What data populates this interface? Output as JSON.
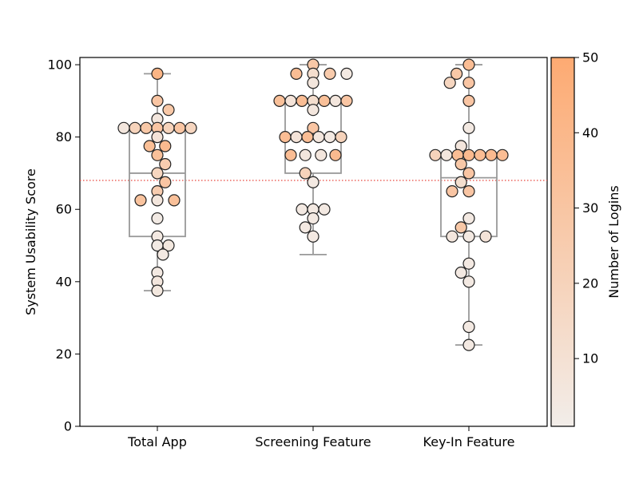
{
  "chart_data": {
    "type": "scatter",
    "title": "",
    "xlabel": "",
    "ylabel": "System Usability Score",
    "ylim": [
      0,
      102
    ],
    "yticks": [
      0,
      20,
      40,
      60,
      80,
      100
    ],
    "categories": [
      "Total App",
      "Screening Feature",
      "Key-In Feature"
    ],
    "reference_line": {
      "value": 68,
      "color": "#e8463c",
      "style": "dotted"
    },
    "colorbar": {
      "label": "Number of Logins",
      "min": 1,
      "max": 50,
      "ticks": [
        10,
        20,
        30,
        40,
        50
      ],
      "color_low": "#f2ede9",
      "color_high": "#fdaa72"
    },
    "boxes": [
      {
        "category": "Total App",
        "whisker_low": 37.5,
        "q1": 52.5,
        "median": 70,
        "q3": 82.5,
        "whisker_high": 97.5
      },
      {
        "category": "Screening Feature",
        "whisker_low": 47.5,
        "q1": 70,
        "median": 80,
        "q3": 90,
        "whisker_high": 100
      },
      {
        "category": "Key-In Feature",
        "whisker_low": 22.5,
        "q1": 52.5,
        "median": 68.75,
        "q3": 75,
        "whisker_high": 100
      }
    ],
    "series": [
      {
        "category": "Total App",
        "points": [
          {
            "y": 97.5,
            "logins": 42,
            "offset": 0
          },
          {
            "y": 90,
            "logins": 30,
            "offset": 0
          },
          {
            "y": 87.5,
            "logins": 28,
            "offset": 1
          },
          {
            "y": 85,
            "logins": 6,
            "offset": 0
          },
          {
            "y": 82.5,
            "logins": 6,
            "offset": -3
          },
          {
            "y": 82.5,
            "logins": 20,
            "offset": -2
          },
          {
            "y": 82.5,
            "logins": 28,
            "offset": -1
          },
          {
            "y": 82.5,
            "logins": 30,
            "offset": 0
          },
          {
            "y": 82.5,
            "logins": 20,
            "offset": 1
          },
          {
            "y": 82.5,
            "logins": 30,
            "offset": 2
          },
          {
            "y": 82.5,
            "logins": 18,
            "offset": 3
          },
          {
            "y": 80,
            "logins": 8,
            "offset": 0
          },
          {
            "y": 77.5,
            "logins": 35,
            "offset": -0.7
          },
          {
            "y": 77.5,
            "logins": 38,
            "offset": 0.7
          },
          {
            "y": 75,
            "logins": 34,
            "offset": 0
          },
          {
            "y": 72.5,
            "logins": 25,
            "offset": 0.7
          },
          {
            "y": 70,
            "logins": 18,
            "offset": 0
          },
          {
            "y": 67.5,
            "logins": 30,
            "offset": 0.7
          },
          {
            "y": 65,
            "logins": 25,
            "offset": 0
          },
          {
            "y": 62.5,
            "logins": 32,
            "offset": -1.5
          },
          {
            "y": 62.5,
            "logins": 6,
            "offset": 0
          },
          {
            "y": 62.5,
            "logins": 34,
            "offset": 1.5
          },
          {
            "y": 57.5,
            "logins": 3,
            "offset": 0
          },
          {
            "y": 52.5,
            "logins": 4,
            "offset": 0
          },
          {
            "y": 50,
            "logins": 3,
            "offset": 0
          },
          {
            "y": 50,
            "logins": 5,
            "offset": 1
          },
          {
            "y": 47.5,
            "logins": 4,
            "offset": 0.5
          },
          {
            "y": 42.5,
            "logins": 4,
            "offset": 0
          },
          {
            "y": 40,
            "logins": 6,
            "offset": 0
          },
          {
            "y": 37.5,
            "logins": 5,
            "offset": 0
          }
        ]
      },
      {
        "category": "Screening Feature",
        "points": [
          {
            "y": 100,
            "logins": 28,
            "offset": 0
          },
          {
            "y": 97.5,
            "logins": 36,
            "offset": -1.5
          },
          {
            "y": 97.5,
            "logins": 12,
            "offset": 0
          },
          {
            "y": 97.5,
            "logins": 26,
            "offset": 1.5
          },
          {
            "y": 97.5,
            "logins": 4,
            "offset": 3
          },
          {
            "y": 95,
            "logins": 6,
            "offset": 0
          },
          {
            "y": 90,
            "logins": 34,
            "offset": -3
          },
          {
            "y": 90,
            "logins": 8,
            "offset": -2
          },
          {
            "y": 90,
            "logins": 36,
            "offset": -1
          },
          {
            "y": 90,
            "logins": 12,
            "offset": 0
          },
          {
            "y": 90,
            "logins": 34,
            "offset": 1
          },
          {
            "y": 90,
            "logins": 6,
            "offset": 2
          },
          {
            "y": 90,
            "logins": 30,
            "offset": 3
          },
          {
            "y": 87.5,
            "logins": 6,
            "offset": 0
          },
          {
            "y": 82.5,
            "logins": 30,
            "offset": 0
          },
          {
            "y": 80,
            "logins": 36,
            "offset": -2.5
          },
          {
            "y": 80,
            "logins": 8,
            "offset": -1.5
          },
          {
            "y": 80,
            "logins": 36,
            "offset": -0.5
          },
          {
            "y": 80,
            "logins": 6,
            "offset": 0.5
          },
          {
            "y": 80,
            "logins": 4,
            "offset": 1.5
          },
          {
            "y": 80,
            "logins": 20,
            "offset": 2.5
          },
          {
            "y": 75,
            "logins": 36,
            "offset": -2
          },
          {
            "y": 75,
            "logins": 6,
            "offset": -0.7
          },
          {
            "y": 75,
            "logins": 6,
            "offset": 0.7
          },
          {
            "y": 75,
            "logins": 38,
            "offset": 2
          },
          {
            "y": 70,
            "logins": 20,
            "offset": -0.7
          },
          {
            "y": 67.5,
            "logins": 4,
            "offset": 0
          },
          {
            "y": 60,
            "logins": 4,
            "offset": -1
          },
          {
            "y": 60,
            "logins": 4,
            "offset": 0
          },
          {
            "y": 60,
            "logins": 4,
            "offset": 1
          },
          {
            "y": 57.5,
            "logins": 4,
            "offset": 0
          },
          {
            "y": 55,
            "logins": 4,
            "offset": -0.7
          },
          {
            "y": 52.5,
            "logins": 4,
            "offset": 0
          }
        ]
      },
      {
        "category": "Key-In Feature",
        "points": [
          {
            "y": 100,
            "logins": 36,
            "offset": 0
          },
          {
            "y": 97.5,
            "logins": 28,
            "offset": -1.1
          },
          {
            "y": 95,
            "logins": 18,
            "offset": -1.7
          },
          {
            "y": 95,
            "logins": 30,
            "offset": 0
          },
          {
            "y": 90,
            "logins": 30,
            "offset": 0
          },
          {
            "y": 82.5,
            "logins": 4,
            "offset": 0
          },
          {
            "y": 77.5,
            "logins": 6,
            "offset": -0.7
          },
          {
            "y": 75,
            "logins": 20,
            "offset": -3
          },
          {
            "y": 75,
            "logins": 6,
            "offset": -2
          },
          {
            "y": 75,
            "logins": 36,
            "offset": -1
          },
          {
            "y": 75,
            "logins": 38,
            "offset": 0
          },
          {
            "y": 75,
            "logins": 36,
            "offset": 1
          },
          {
            "y": 75,
            "logins": 38,
            "offset": 2
          },
          {
            "y": 75,
            "logins": 36,
            "offset": 3
          },
          {
            "y": 72.5,
            "logins": 28,
            "offset": -0.7
          },
          {
            "y": 70,
            "logins": 30,
            "offset": 0
          },
          {
            "y": 67.5,
            "logins": 12,
            "offset": -0.7
          },
          {
            "y": 65,
            "logins": 30,
            "offset": -1.5
          },
          {
            "y": 65,
            "logins": 30,
            "offset": 0
          },
          {
            "y": 57.5,
            "logins": 4,
            "offset": 0
          },
          {
            "y": 55,
            "logins": 28,
            "offset": -0.7
          },
          {
            "y": 52.5,
            "logins": 6,
            "offset": -1.5
          },
          {
            "y": 52.5,
            "logins": 4,
            "offset": 0
          },
          {
            "y": 52.5,
            "logins": 8,
            "offset": 1.5
          },
          {
            "y": 45,
            "logins": 4,
            "offset": 0
          },
          {
            "y": 42.5,
            "logins": 4,
            "offset": -0.7
          },
          {
            "y": 40,
            "logins": 4,
            "offset": 0
          },
          {
            "y": 27.5,
            "logins": 4,
            "offset": 0
          },
          {
            "y": 22.5,
            "logins": 4,
            "offset": 0
          }
        ]
      }
    ]
  }
}
